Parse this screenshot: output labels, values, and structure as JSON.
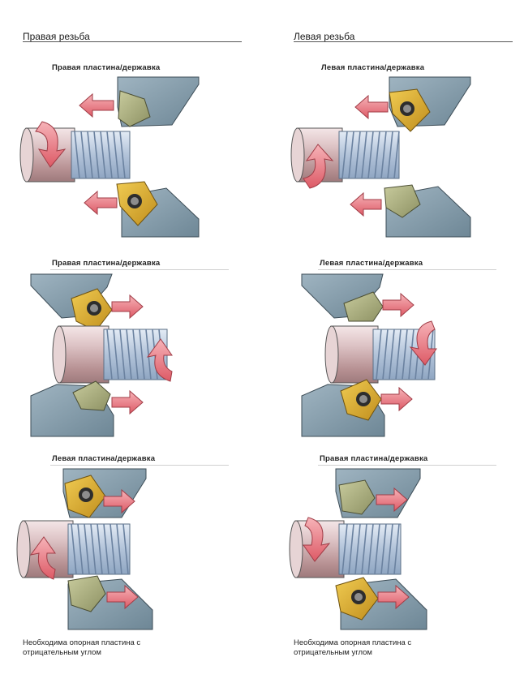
{
  "columns": [
    {
      "title": "Правая резьба"
    },
    {
      "title": "Левая резьба"
    }
  ],
  "panels": [
    {
      "label": "Правая пластина/державка"
    },
    {
      "label": "Левая пластина/державка"
    },
    {
      "label": "Правая пластина/державка"
    },
    {
      "label": "Левая пластина/державка"
    },
    {
      "label": "Левая пластина/державка"
    },
    {
      "label": "Правая пластина/державка"
    }
  ],
  "notes": [
    {
      "line1": "Необходима опорная пластина с",
      "line2": "отрицательным углом"
    },
    {
      "line1": "Необходима опорная пластина с",
      "line2": "отрицательным углом"
    }
  ],
  "colors": {
    "insert": "#d6a62c",
    "shim": "#a9ad7d",
    "holder": "#7e97a6",
    "workpiece": "#dcc2c4",
    "thread": "#aebfd6",
    "arrow": "#e8707a"
  }
}
